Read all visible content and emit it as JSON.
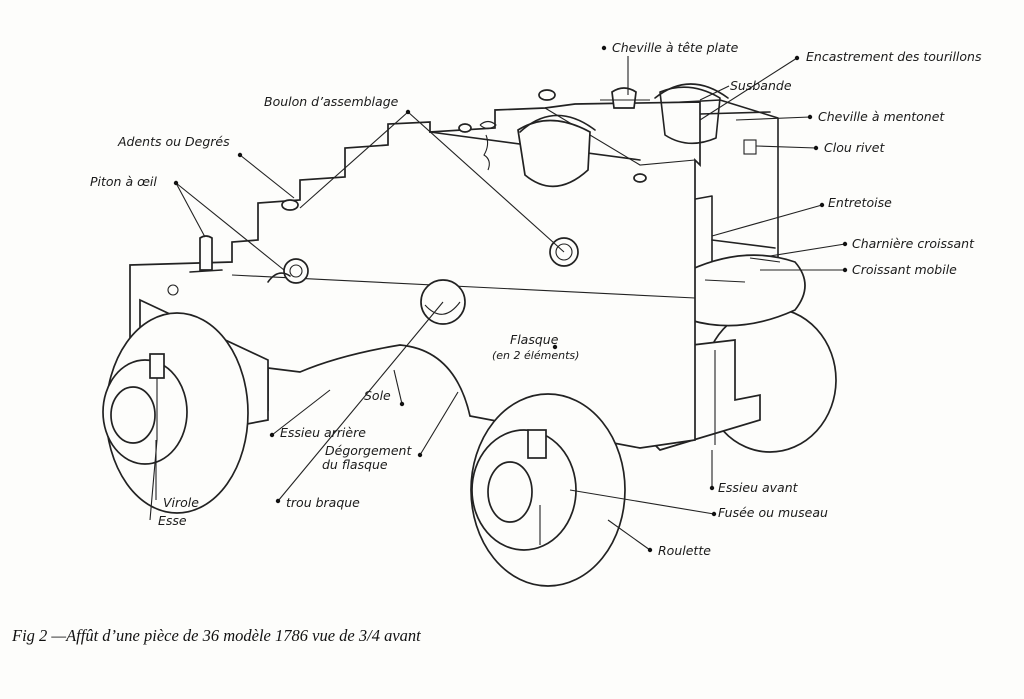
{
  "caption": "Fig 2 —Affût d’une pièce de 36 modèle 1786 vue de 3/4 avant",
  "labels": {
    "cheville_tete_plate": "Cheville à tête plate",
    "encastrement": "Encastrement des tourillons",
    "susbande": "Susbande",
    "cheville_mentonet": "Cheville à mentonet",
    "boulon": "Boulon d’assemblage",
    "clou_rivet": "Clou rivet",
    "adents": "Adents ou Degrés",
    "piton": "Piton à œil",
    "entretoise": "Entretoise",
    "charniere": "Charnière croissant",
    "croissant_mobile": "Croissant mobile",
    "flasque": "Flasque",
    "flasque_sub": "(en 2 éléments)",
    "sole": "Sole",
    "essieu_arriere": "Essieu arrière",
    "degorgement_1": "Dégorgement",
    "degorgement_2": "du flasque",
    "virole": "Virole",
    "esse": "Esse",
    "trou_braque": "trou braque",
    "essieu_avant": "Essieu avant",
    "fusee": "Fusée ou museau",
    "roulette": "Roulette"
  }
}
